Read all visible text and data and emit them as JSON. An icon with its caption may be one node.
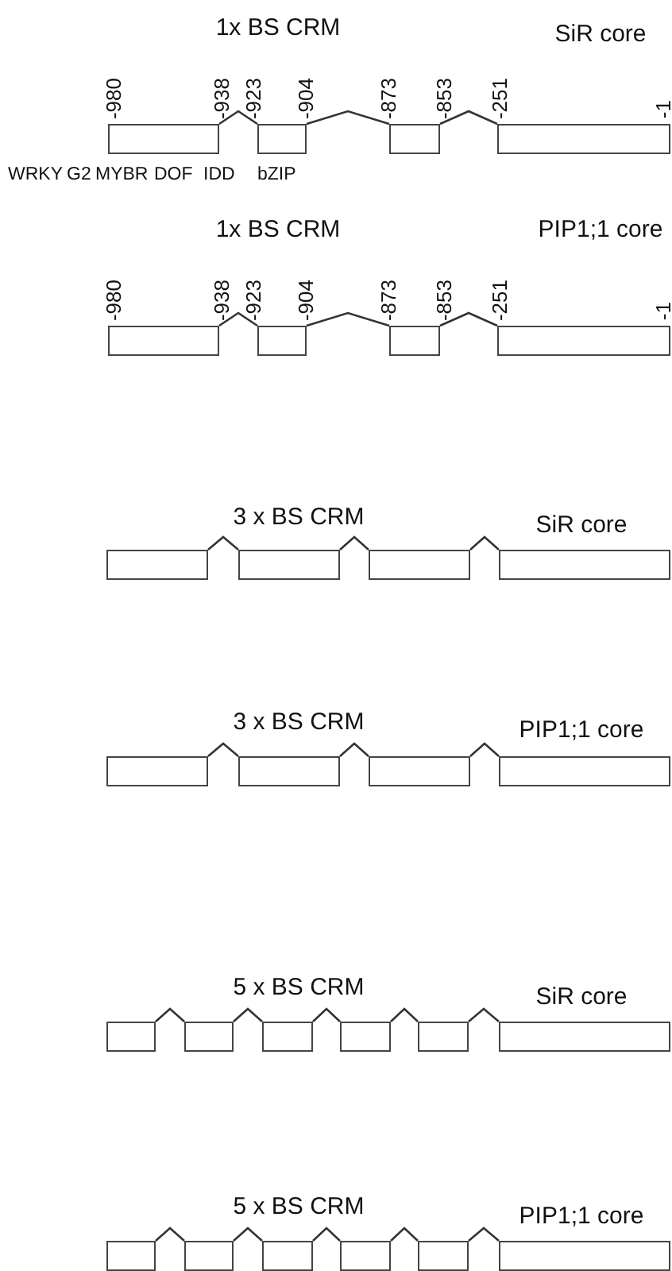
{
  "diagram": {
    "nodes": [
      {
        "text": [],
        "shape": "box"
      },
      {
        "text": [],
        "shape": "box"
      },
      {
        "text": [],
        "shape": "box"
      },
      {
        "text": [],
        "shape": "box"
      },
      {
        "text": [],
        "shape": "box"
      },
      {
        "text": [],
        "shape": "box"
      },
      {
        "text": [],
        "shape": "box"
      },
      {
        "text": [],
        "shape": "box"
      },
      {
        "text": [],
        "shape": "box"
      },
      {
        "text": [],
        "shape": "box"
      },
      {
        "text": [],
        "shape": "box"
      },
      {
        "text": [],
        "shape": "box"
      },
      {
        "text": [],
        "shape": "box"
      },
      {
        "text": [],
        "shape": "box"
      },
      {
        "text": [],
        "shape": "box"
      },
      {
        "text": [],
        "shape": "box"
      },
      {
        "text": [],
        "shape": "box"
      },
      {
        "text": [],
        "shape": "box"
      },
      {
        "text": [],
        "shape": "box"
      },
      {
        "text": [],
        "shape": "box"
      },
      {
        "text": [],
        "shape": "box"
      },
      {
        "text": [],
        "shape": "box"
      },
      {
        "text": [],
        "shape": "box"
      },
      {
        "text": [],
        "shape": "box"
      },
      {
        "text": [],
        "shape": "box"
      },
      {
        "text": [],
        "shape": "box"
      },
      {
        "text": [],
        "shape": "box"
      },
      {
        "text": [],
        "shape": "box"
      }
    ],
    "edges": [
      {
        "from": 0,
        "to": 1,
        "arrow": "none"
      },
      {
        "from": 1,
        "to": 2,
        "arrow": "none"
      },
      {
        "from": 2,
        "to": 3,
        "arrow": "none"
      },
      {
        "from": 4,
        "to": 5,
        "arrow": "none"
      },
      {
        "from": 5,
        "to": 6,
        "arrow": "none"
      },
      {
        "from": 6,
        "to": 7,
        "arrow": "none"
      },
      {
        "from": 8,
        "to": 9,
        "arrow": "none"
      },
      {
        "from": 9,
        "to": 10,
        "arrow": "none"
      },
      {
        "from": 10,
        "to": 11,
        "arrow": "none"
      },
      {
        "from": 12,
        "to": 13,
        "arrow": "none"
      },
      {
        "from": 13,
        "to": 14,
        "arrow": "none"
      },
      {
        "from": 14,
        "to": 15,
        "arrow": "none"
      },
      {
        "from": 16,
        "to": 17,
        "arrow": "none"
      },
      {
        "from": 17,
        "to": 18,
        "arrow": "none"
      },
      {
        "from": 18,
        "to": 19,
        "arrow": "none"
      },
      {
        "from": 19,
        "to": 20,
        "arrow": "none"
      },
      {
        "from": 20,
        "to": 21,
        "arrow": "none"
      },
      {
        "from": 22,
        "to": 23,
        "arrow": "none"
      },
      {
        "from": 23,
        "to": 24,
        "arrow": "none"
      },
      {
        "from": 24,
        "to": 25,
        "arrow": "none"
      },
      {
        "from": 25,
        "to": 26,
        "arrow": "none"
      },
      {
        "from": 26,
        "to": 27,
        "arrow": "none"
      }
    ],
    "labels": [
      "1x BS CRM",
      "SiR core",
      "-980",
      "-938",
      "-923",
      "-904",
      "-873",
      "-853",
      "-251",
      "-1",
      "WRKY",
      "G2",
      "MYBR",
      "DOF",
      "IDD",
      "bZIP",
      "1x BS CRM",
      "PIP1;1 core",
      "-980",
      "-938",
      "-923",
      "-904",
      "-873",
      "-853",
      "-251",
      "-1",
      "3 x BS CRM",
      "SiR core",
      "3 x BS CRM",
      "PIP1;1 core",
      "5 x BS CRM",
      "SiR core",
      "5 x BS CRM",
      "PIP1;1 core"
    ]
  }
}
